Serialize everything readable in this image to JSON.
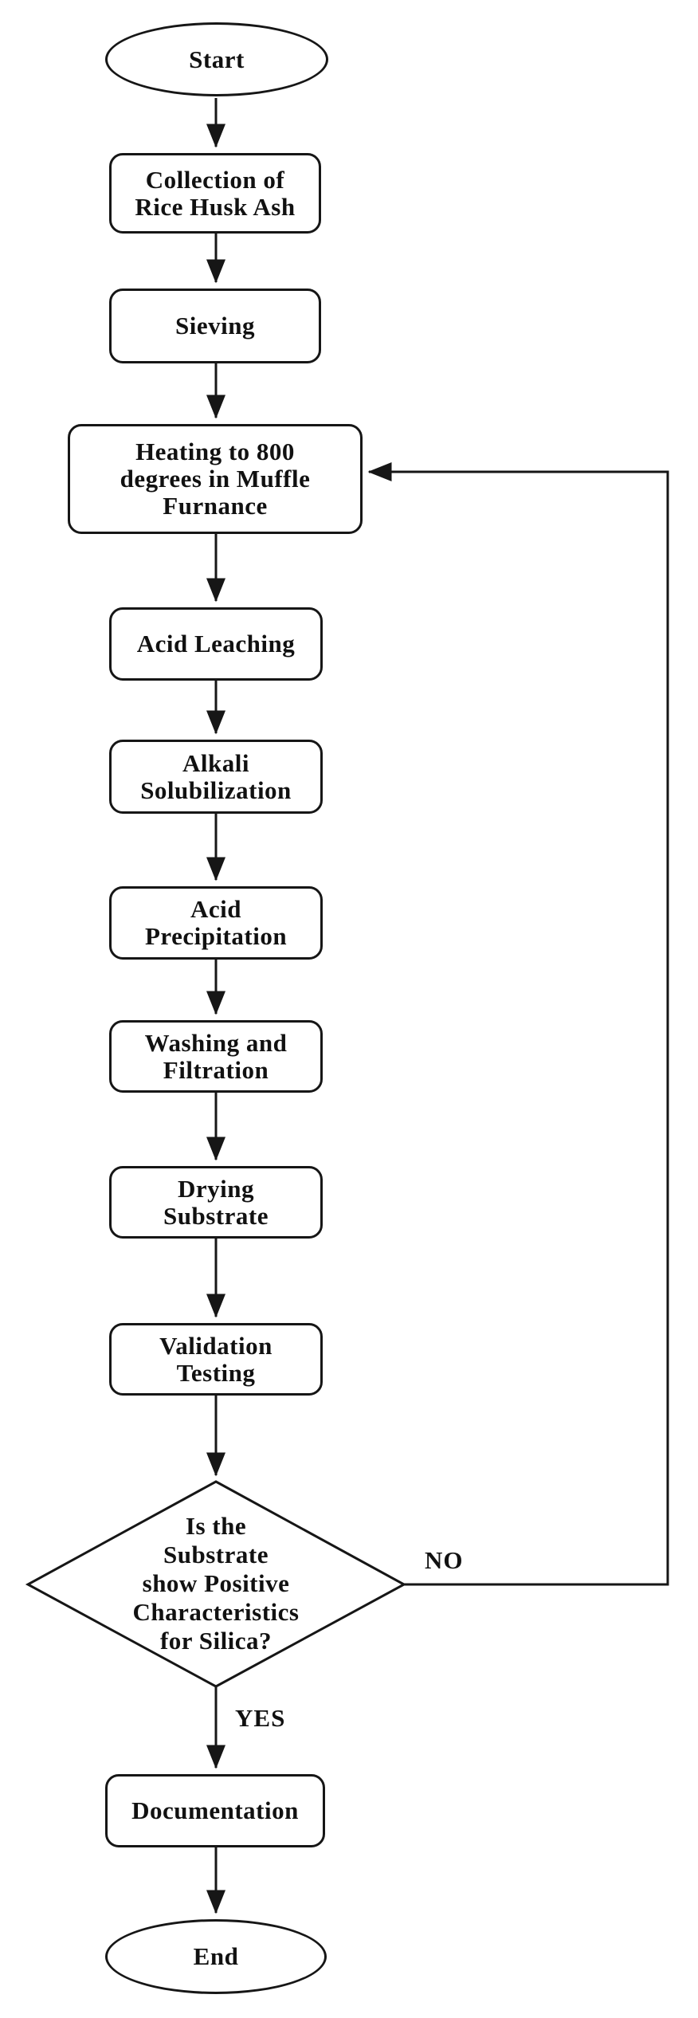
{
  "diagram": {
    "background": "#ffffff",
    "stroke_color": "#161616",
    "nodes": {
      "start": "Start",
      "collection": "Collection of\nRice Husk Ash",
      "sieving": "Sieving",
      "heating": "Heating to 800\ndegrees in Muffle\nFurnance",
      "acid_leaching": "Acid Leaching",
      "alkali_solubilization": "Alkali\nSolubilization",
      "acid_precipitation": "Acid\nPrecipitation",
      "washing_filtration": "Washing and\nFiltration",
      "drying_substrate": "Drying\nSubstrate",
      "validation_testing": "Validation\nTesting",
      "decision": "Is the\nSubstrate\nshow Positive\nCharacteristics\nfor Silica?",
      "documentation": "Documentation",
      "end": "End"
    },
    "edge_labels": {
      "yes": "YES",
      "no": "NO"
    }
  }
}
